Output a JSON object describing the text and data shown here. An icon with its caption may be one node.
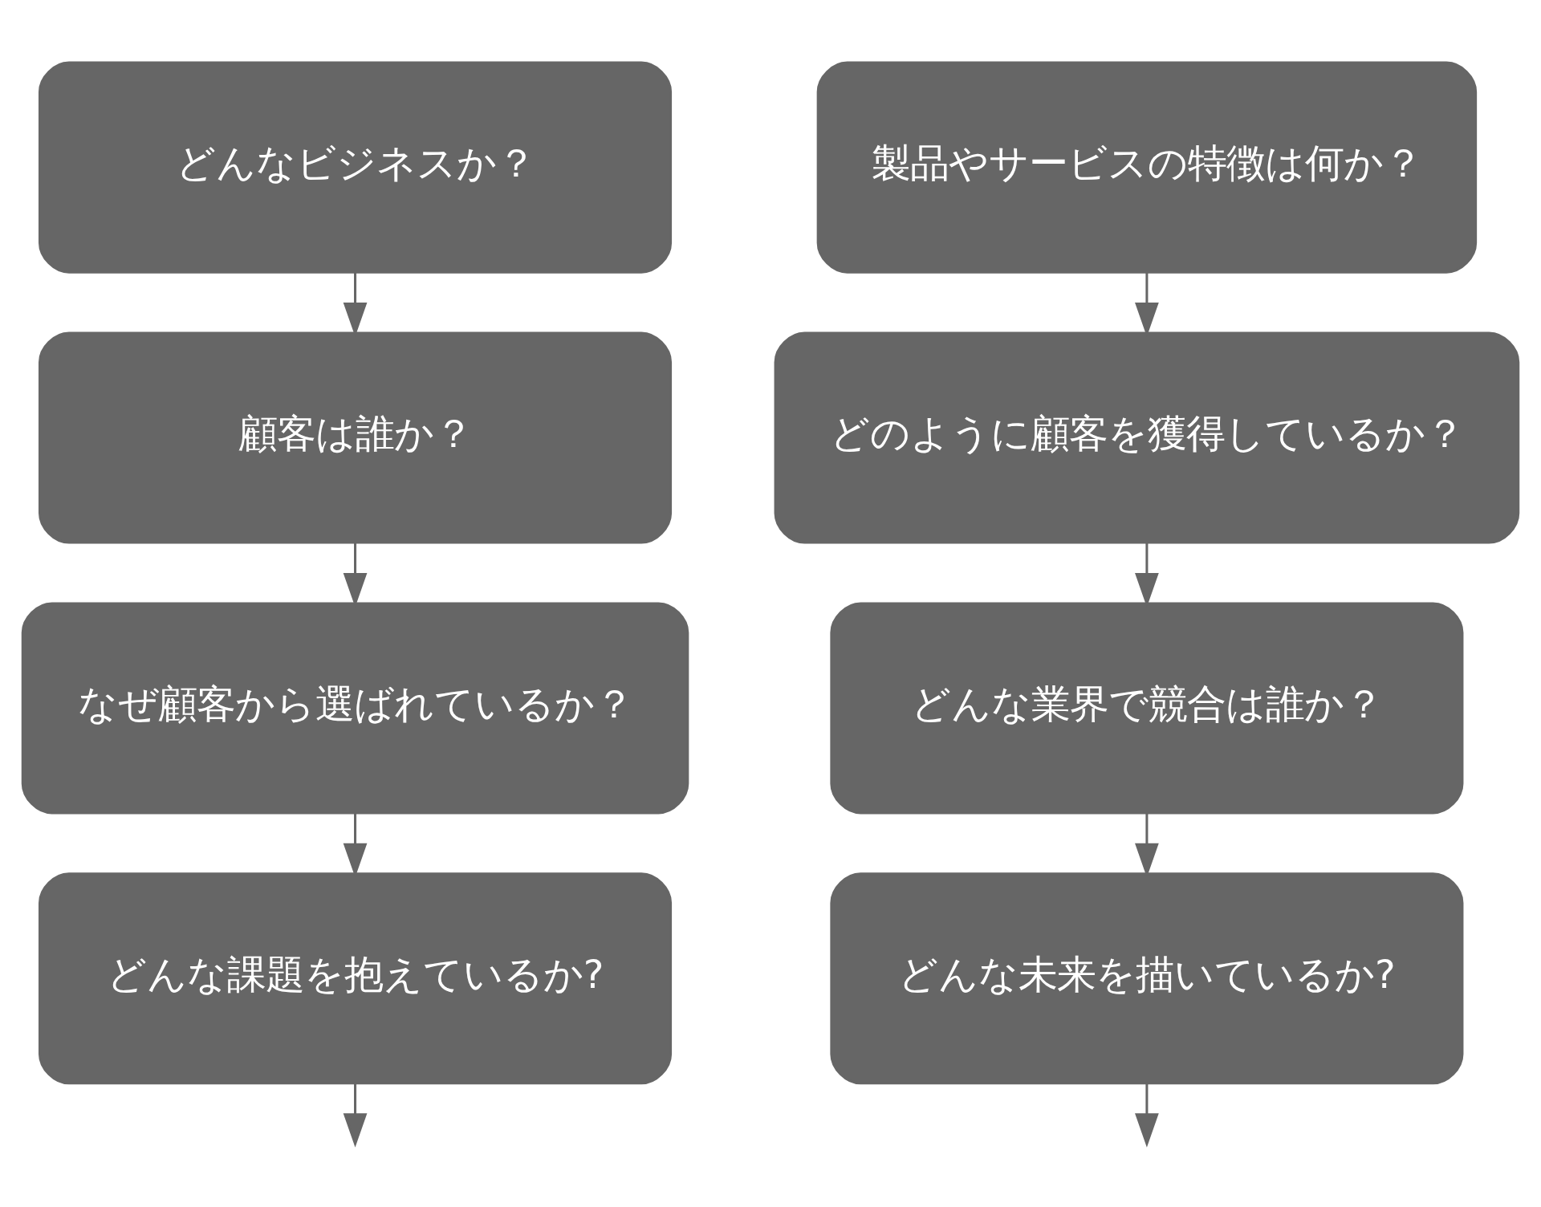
{
  "diagram": {
    "nodes": [
      {
        "text": [
          "どんなビジネスか？"
        ]
      },
      {
        "text": [
          "顧客は誰か？"
        ]
      },
      {
        "text": [
          "なぜ顧客から選ばれているか？"
        ]
      },
      {
        "text": [
          "どんな課題を抱えているか?"
        ]
      },
      {
        "text": [
          "製品やサービスの特徴は何か？"
        ]
      },
      {
        "text": [
          "どのように顧客を獲得しているか？"
        ]
      },
      {
        "text": [
          "どんな業界で競合は誰か？"
        ]
      },
      {
        "text": [
          "どんな未来を描いているか?"
        ]
      }
    ],
    "edges": [
      {
        "from": 0,
        "to": 1,
        "arrow": "to"
      },
      {
        "from": 1,
        "to": 2,
        "arrow": "to"
      },
      {
        "from": 2,
        "to": 3,
        "arrow": "to"
      },
      {
        "from": 3,
        "to": null,
        "arrow": "to"
      },
      {
        "from": 4,
        "to": 5,
        "arrow": "to"
      },
      {
        "from": 5,
        "to": 6,
        "arrow": "to"
      },
      {
        "from": 6,
        "to": 7,
        "arrow": "to"
      },
      {
        "from": 7,
        "to": null,
        "arrow": "to"
      }
    ]
  }
}
